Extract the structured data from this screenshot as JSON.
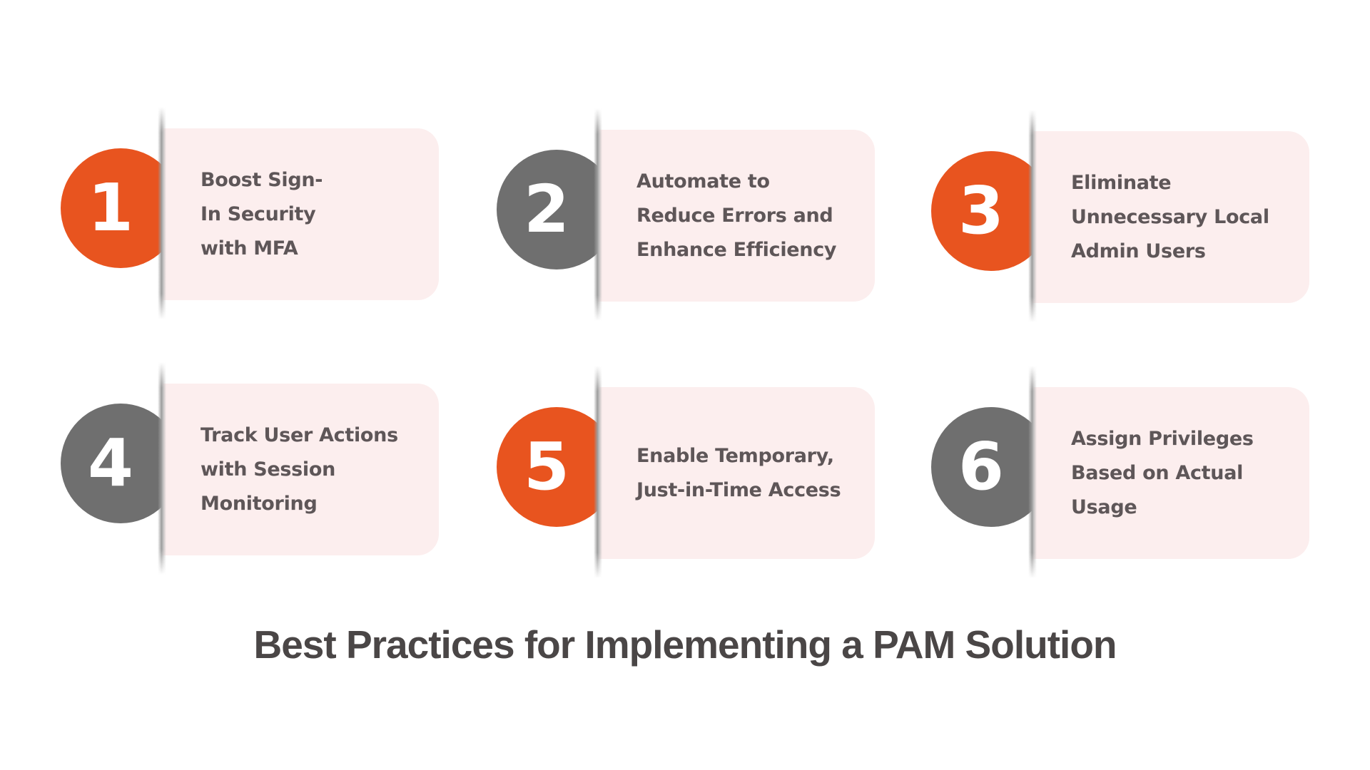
{
  "colors": {
    "accent_orange": "#E8541F",
    "accent_gray": "#6F6F6F",
    "card_background": "#FCEEEE",
    "card_text": "#5E5658",
    "title_text": "#4A4646"
  },
  "items": [
    {
      "number": "1",
      "color": "orange",
      "lines": [
        "Boost Sign-",
        "In Security",
        "with MFA"
      ]
    },
    {
      "number": "2",
      "color": "gray",
      "lines": [
        "Automate to",
        "Reduce Errors and",
        "Enhance Efficiency"
      ]
    },
    {
      "number": "3",
      "color": "orange",
      "lines": [
        "Eliminate",
        "Unnecessary Local",
        "Admin Users"
      ]
    },
    {
      "number": "4",
      "color": "gray",
      "lines": [
        "Track User Actions",
        "with Session",
        "Monitoring"
      ]
    },
    {
      "number": "5",
      "color": "orange",
      "lines": [
        "Enable Temporary,",
        "Just-in-Time Access"
      ]
    },
    {
      "number": "6",
      "color": "gray",
      "lines": [
        "Assign Privileges",
        "Based on Actual",
        "Usage"
      ]
    }
  ],
  "title": "Best Practices for Implementing a PAM Solution"
}
